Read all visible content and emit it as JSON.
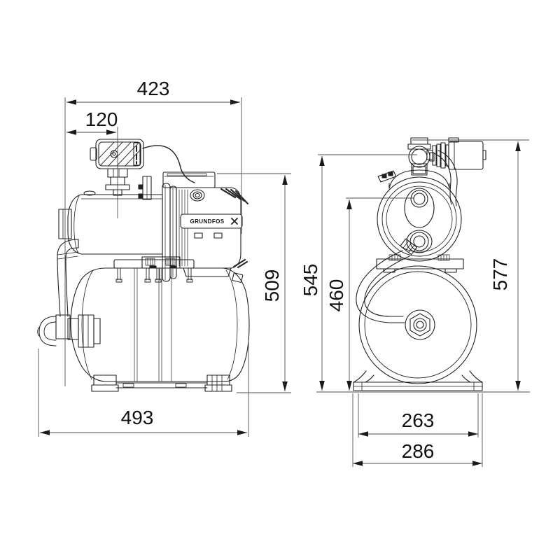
{
  "views": {
    "side": {
      "name": "side-elevation",
      "dims": {
        "overall_length": "423",
        "pressure_switch_offset": "120",
        "pump_assembly_height": "509",
        "overall_base_length": "493"
      }
    },
    "front": {
      "name": "end-elevation",
      "dims": {
        "pipework_height": "545",
        "pump_inlet_height": "460",
        "overall_height": "577",
        "foot_spacing": "263",
        "base_width": "286"
      }
    }
  },
  "branding": {
    "motor_nameplate": "GRUNDFOS"
  },
  "icons": {
    "dimension_arrow": "filled-triangle",
    "hatch_pattern": "diagonal-lines"
  },
  "colors": {
    "background": "#ffffff",
    "drawing_line": "#1f1f1f",
    "dimension_line": "#4d4d4d",
    "label_text": "#111111",
    "arrow_fill": "#1a1a1a"
  }
}
